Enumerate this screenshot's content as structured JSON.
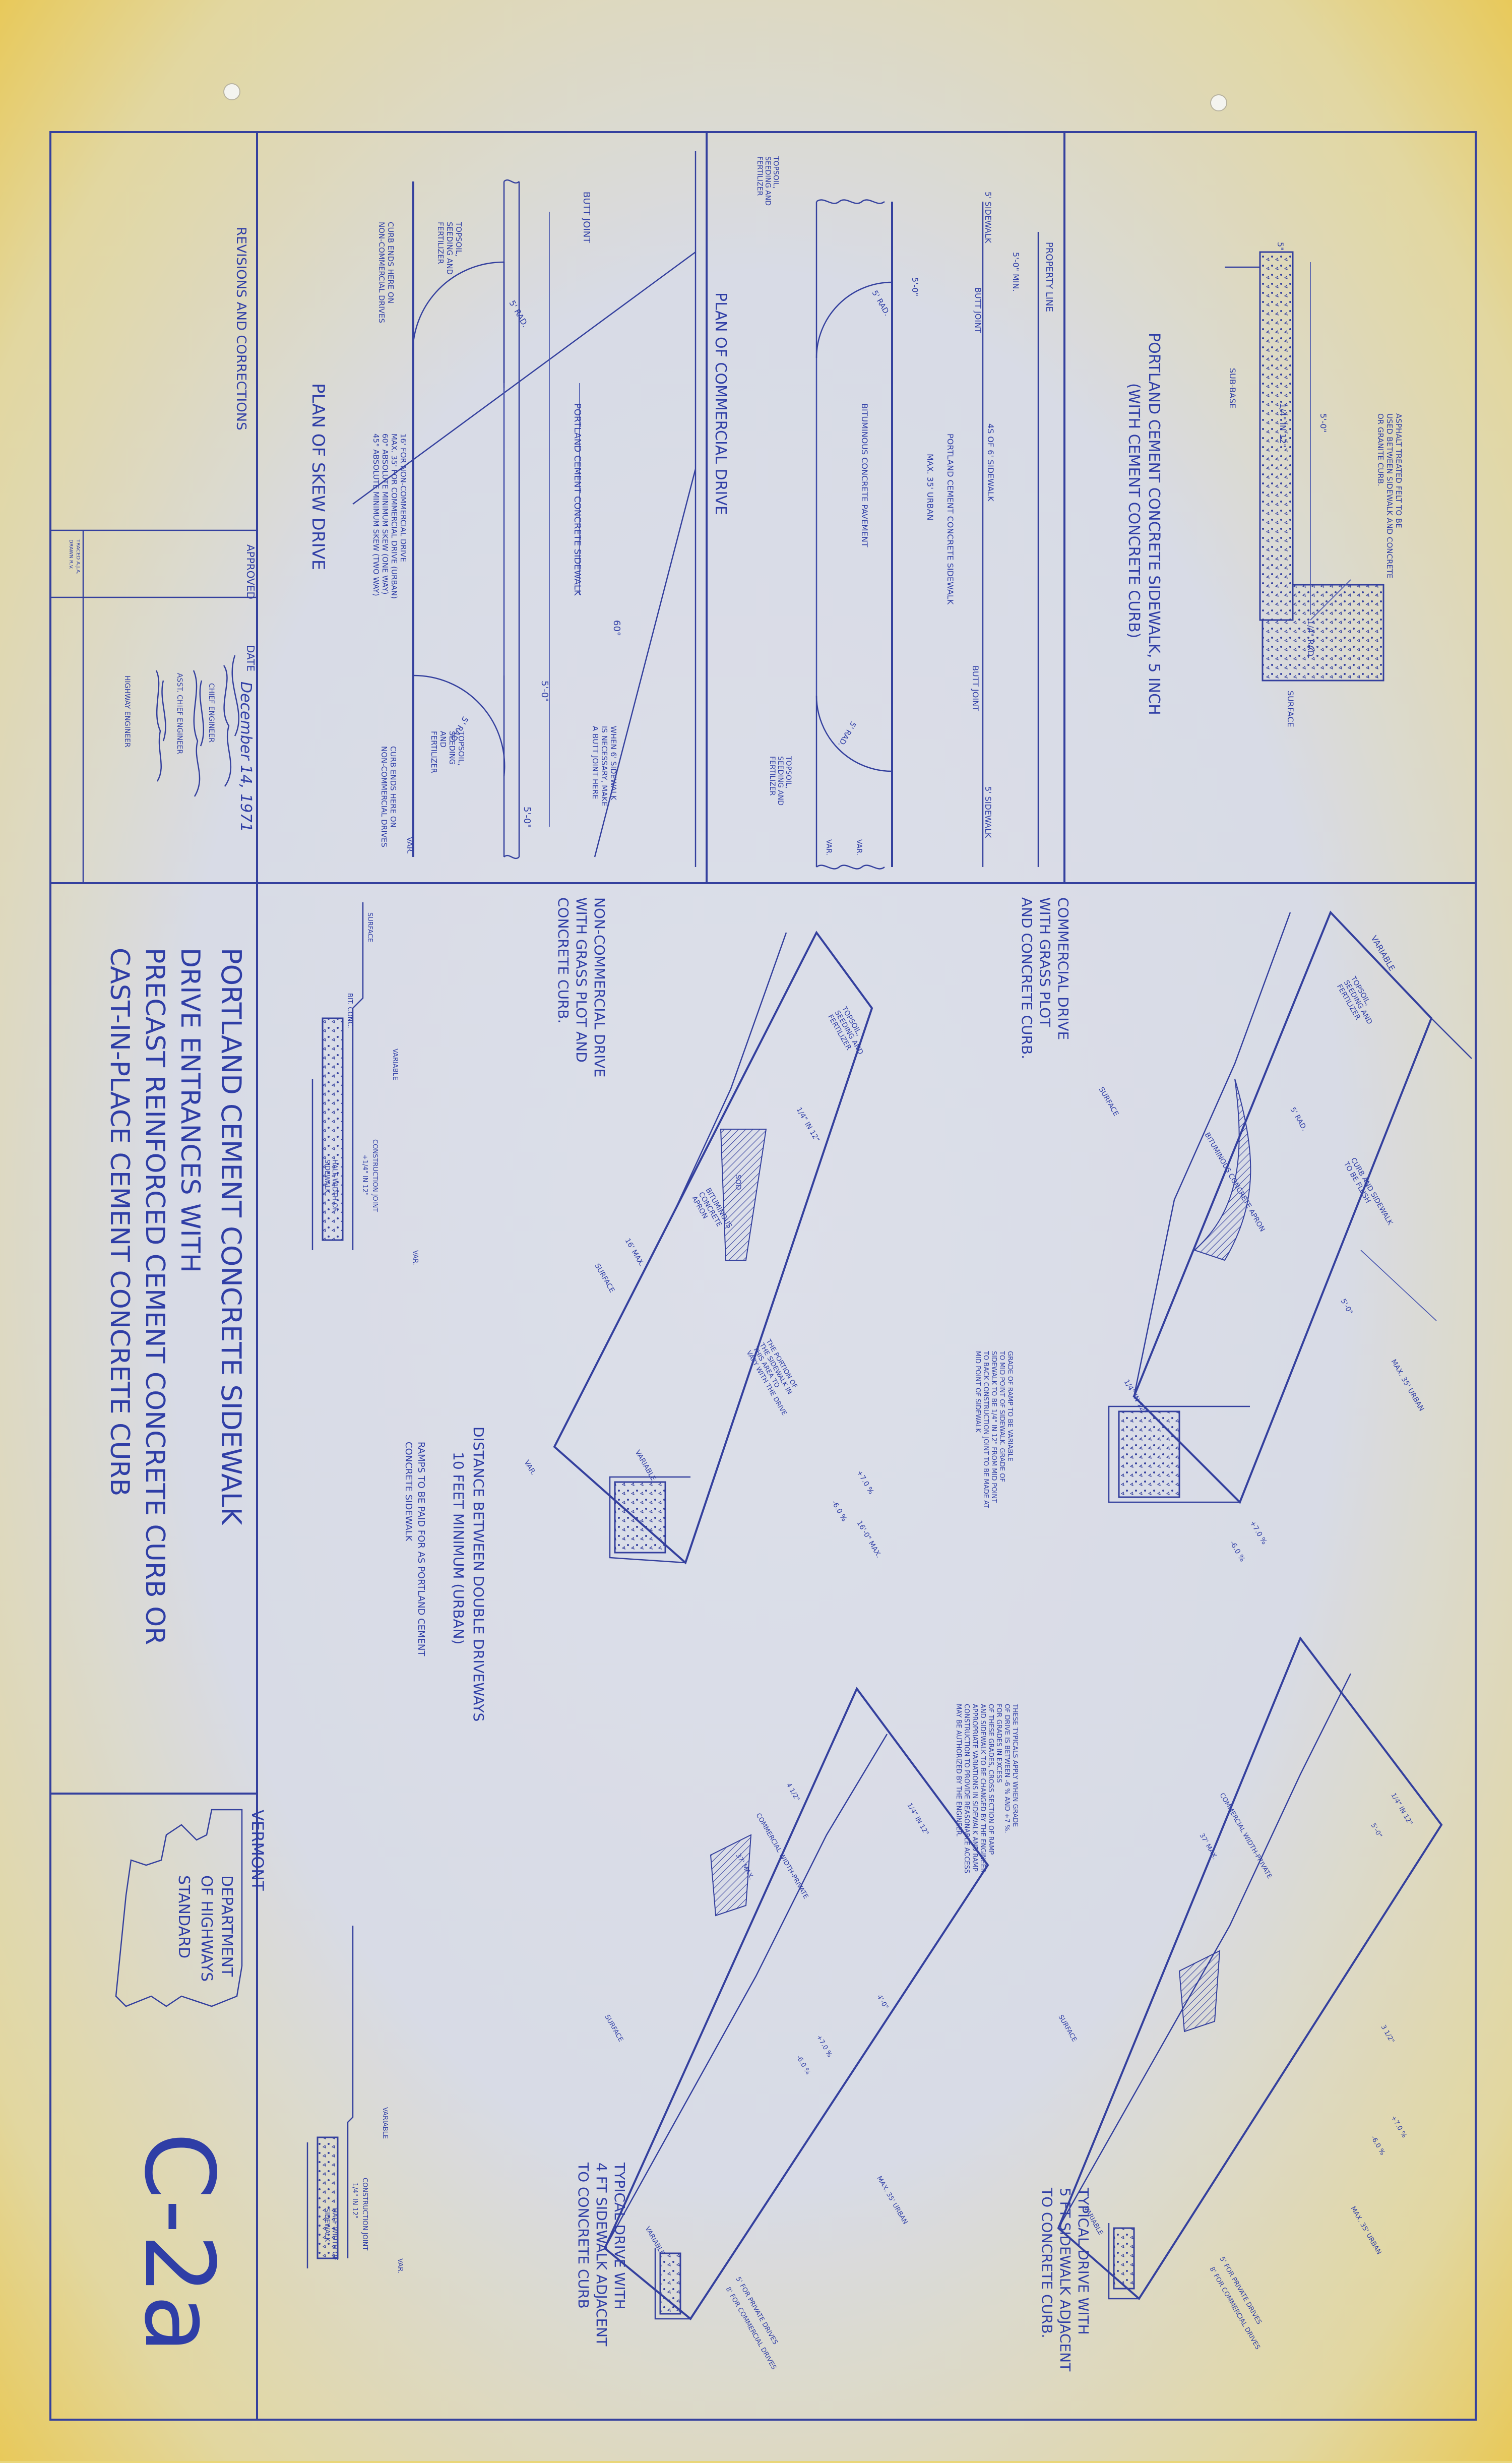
{
  "colors": {
    "ink": "#34409e",
    "paper": "#d8dbe6",
    "aging": "#e8c95a"
  },
  "title": {
    "line1": "PORTLAND CEMENT CONCRETE SIDEWALK",
    "line2": "DRIVE ENTRANCES WITH",
    "line3": "PRECAST REINFORCED CEMENT CONCRETE CURB OR",
    "line4": "CAST-IN-PLACE CEMENT CONCRETE CURB"
  },
  "sheet_number": "C-2a",
  "agency": {
    "state": "VERMONT",
    "dept1": "DEPARTMENT",
    "dept2": "OF HIGHWAYS",
    "standard": "STANDARD"
  },
  "revisions": {
    "label": "REVISIONS AND CORRECTIONS"
  },
  "approval": {
    "approved": "APPROVED",
    "date_label": "DATE",
    "date_value": "December 14, 1971",
    "chief_engineer": "CHIEF ENGINEER",
    "asst_chief_engineer": "ASST. CHIEF ENGINEER",
    "highway_engineer": "HIGHWAY ENGINEER",
    "drawn": "DRAWN R.V.",
    "traced": "TRACED A.J.A."
  },
  "sidewalk_section": {
    "title1": "PORTLAND CEMENT CONCRETE SIDEWALK, 5 INCH",
    "title2": "(WITH CEMENT CONCRETE CURB)",
    "note": [
      "ASPHALT TREATED FELT TO BE",
      "USED BETWEEN SIDEWALK AND CONCRETE",
      "OR GRANITE CURB."
    ],
    "width": "5'-0\"",
    "slope": "1/4\" IN 12\"",
    "depth": "5\"",
    "base": "SUB-BASE",
    "rad": "1/4\" RAD.",
    "surface": "SURFACE"
  },
  "commercial_plan": {
    "title": "PLAN OF COMMERCIAL DRIVE",
    "property_line": "PROPERTY LINE",
    "min": "5'-0\" MIN.",
    "sidewalk": "5' SIDEWALK",
    "sidewalk2": "5' SIDEWALK",
    "sidewalk_width": "4S OF 6' SIDEWALK",
    "pcc_sidewalk": "PORTLAND CEMENT CONCRETE SIDEWALK",
    "max": "MAX. 35' URBAN",
    "bituminous": "BITUMINOUS CONCRETE PAVEMENT",
    "butt1": "BUTT JOINT",
    "butt2": "BUTT JOINT",
    "rad1": "5' RAD.",
    "rad2": "5' RAD.",
    "dim": "5'-0\"",
    "topsoil": [
      "TOPSOIL,",
      "SEEDING AND",
      "FERTILIZER"
    ],
    "var": "VAR.",
    "var2": "VAR."
  },
  "skew_plan": {
    "title": "PLAN OF SKEW DRIVE",
    "butt": "BUTT JOINT",
    "pcc_sidewalk": "PORTLAND CEMENT CONCRETE SIDEWALK",
    "curb_ends1": [
      "CURB ENDS HERE ON",
      "NON-COMMERCIAL DRIVES"
    ],
    "curb_ends2": [
      "CURB ENDS HERE ON",
      "NON-COMMERCIAL DRIVES"
    ],
    "width_note": [
      "16' FOR NON-COMMERCIAL DRIVE",
      "MAX. 35' FOR COMMERCIAL DRIVE (URBAN)",
      "60° ABSOLUTE MINIMUM SKEW (ONE WAY)",
      "45° ABSOLUTE MINIMUM SKEW (TWO WAY)"
    ],
    "butt_note": [
      "WHEN 6' SIDEWALK",
      "IS NECESSARY, MAKE",
      "A BUTT JOINT HERE"
    ],
    "angle": "60°",
    "rad": "5' RAD.",
    "rad2": "5' RAD.",
    "dim1": "5'-0\"",
    "dim2": "5'-0\"",
    "topsoil": [
      "TOPSOIL,",
      "SEEDING AND",
      "FERTILIZER"
    ],
    "topsoil2": [
      "TOPSOIL,",
      "SEEDING",
      "AND",
      "FERTILIZER"
    ],
    "var": "VAR."
  },
  "commercial_iso": {
    "label": [
      "COMMERCIAL DRIVE",
      "WITH GRASS PLOT",
      "AND CONCRETE CURB."
    ],
    "variable": "VARIABLE",
    "topsoil": [
      "TOPSOIL,",
      "SEEDING AND",
      "FERTILIZER"
    ],
    "curb_note": [
      "CURB AND SIDEWALK",
      "TO BE FLUSH"
    ],
    "rad": "5' RAD.",
    "apron": "BITUMINOUS CONCRETE APRON",
    "surface": "SURFACE",
    "max": "MAX. 35' URBAN",
    "grade_note": [
      "GRADE OF RAMP TO BE VARIABLE",
      "TO MID POINT OF SIDEWALK. GRADE OF",
      "SIDEWALK TO BE 1/4\" IN 12\" FROM MID POINT",
      "TO BACK CONSTRUCTION JOINT TO BE MADE AT",
      "MID POINT OF SIDEWALK"
    ],
    "pct1": "+7.0 %",
    "pct2": "-6.0 %",
    "slope": "1/4\" IN 12\"",
    "dim": "5'-0\""
  },
  "noncommercial_iso": {
    "label": [
      "NON-COMMERCIAL DRIVE",
      "WITH GRASS PLOT AND",
      "CONCRETE CURB."
    ],
    "topsoil": [
      "TOPSOIL,",
      "SEEDING AND",
      "FERTILIZER"
    ],
    "sod": "SOD",
    "apron": [
      "BITUMINOUS",
      "CONCRETE",
      "APRON"
    ],
    "max": "16' MAX.",
    "max2": "16'-0\" MAX.",
    "surface": "SURFACE",
    "var": "VAR.",
    "variable": "VARIABLE",
    "pct1": "+7.0 %",
    "pct2": "-6.0 %",
    "note": [
      "THE PORTION OF",
      "THE SIDEWALK IN",
      "THIS AREA TO",
      "VARY WITH THE DRIVE"
    ],
    "slope": "1/4\" IN 12\""
  },
  "distance_note": {
    "line1": "DISTANCE BETWEEN DOUBLE DRIVEWAYS",
    "line2": "10 FEET MINIMUM (URBAN)",
    "line3": "RAMPS TO BE PAID FOR AS PORTLAND CEMENT",
    "line4": "CONCRETE SIDEWALK"
  },
  "section_detail": {
    "surface": "SURFACE",
    "bit_conc": "BIT. CONC.",
    "variable": "VARIABLE",
    "construction_joint": "CONSTRUCTION JOINT",
    "slope": "+1/4\" IN 12\"",
    "half_width": [
      "HALF WIDTH OF",
      "SIDEWALK"
    ],
    "var": "VAR."
  },
  "section_detail2": {
    "variable": "VARIABLE",
    "construction_joint": "CONSTRUCTION JOINT",
    "slope": "1/4\" IN 12\"",
    "half_width": [
      "HALF WIDTH OF",
      "SIDEWALK"
    ],
    "var": "VAR."
  },
  "typical_5ft": {
    "label": [
      "TYPICAL DRIVE WITH",
      "5 FT SIDEWALK ADJACENT",
      "TO CONCRETE CURB."
    ],
    "apply_note": [
      "THESE TYPICALS APPLY WHEN GRADE",
      "OF DRIVE IS BETWEEN -6 % AND +7 %.",
      "FOR GRADES IN EXCESS",
      "OF THESE GRADES, CROSS SECTION OF RAMP",
      "AND SIDEWALK TO BE CHANGED BY THE ENGINEER.",
      "APPROPRIATE VARIATIONS IN SIDEWALK AND RAMP",
      "CONSTRUCTION TO PROVIDE REASONABLE ACCESS",
      "MAY BE AUTHORIZED BY THE ENGINEER."
    ],
    "commercial": "COMMERCIAL WIDTH-PRIVATE",
    "max": "37' MAX.",
    "urban": "MAX. 35' URBAN",
    "private": "5' FOR PRIVATE DRIVES",
    "commercial_drives": "8' FOR COMMERCIAL DRIVES",
    "surface": "SURFACE",
    "variable": "VARIABLE",
    "pct1": "+7.0 %",
    "pct2": "-6.0 %",
    "dim": "5'-0\"",
    "dim2": "3 1/2\"",
    "slope": "1/4\" IN 12\""
  },
  "typical_4ft": {
    "label": [
      "TYPICAL DRIVE WITH",
      "4 FT SIDEWALK ADJACENT",
      "TO CONCRETE CURB"
    ],
    "commercial": "COMMERCIAL WIDTH-PRIVATE",
    "max": "37' MAX.",
    "urban": "MAX. 35' URBAN",
    "private": "5' FOR PRIVATE DRIVES",
    "commercial_drives": "8' FOR COMMERCIAL DRIVES",
    "surface": "SURFACE",
    "variable": "VARIABLE",
    "pct1": "+7.0 %",
    "pct2": "-6.0 %",
    "dim": "4 1/2\"",
    "dim2": "4'-0\"",
    "slope": "1/4\" IN 12\""
  }
}
